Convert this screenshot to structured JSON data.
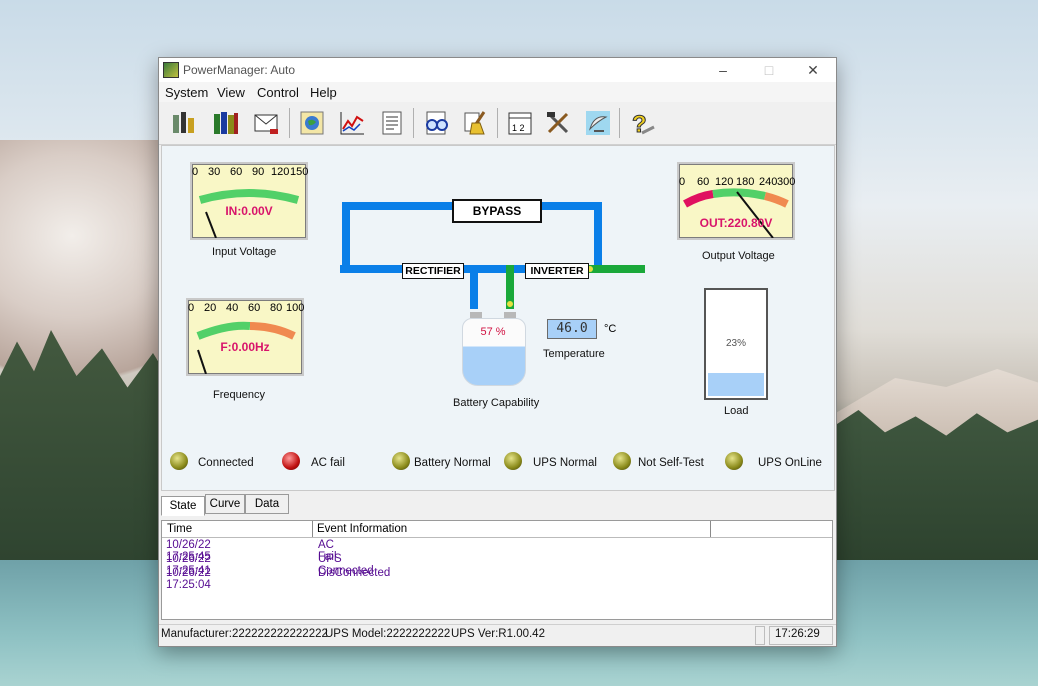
{
  "window": {
    "title": "PowerManager: Auto"
  },
  "menu": [
    "System",
    "View",
    "Control",
    "Help"
  ],
  "toolbar": [
    "settings-tools-icon",
    "books-icon",
    "envelope-icon",
    "globe-icon",
    "chart-line-icon",
    "document-list-icon",
    "glasses-icon",
    "broom-icon",
    "calendar-icon",
    "tools-icon",
    "satellite-dish-icon",
    "help-icon"
  ],
  "gauges": {
    "input": {
      "ticks": [
        "0",
        "30",
        "60",
        "90",
        "120",
        "150"
      ],
      "reading": "IN:0.00V",
      "caption": "Input Voltage"
    },
    "output": {
      "ticks": [
        "0",
        "60",
        "120",
        "180",
        "240",
        "300"
      ],
      "reading": "OUT:220.80V",
      "caption": "Output Voltage"
    },
    "frequency": {
      "ticks": [
        "0",
        "20",
        "40",
        "60",
        "80",
        "100"
      ],
      "reading": "F:0.00Hz",
      "caption": "Frequency"
    }
  },
  "diagram": {
    "bypass": "BYPASS",
    "rectifier": "RECTIFIER",
    "inverter": "INVERTER",
    "battery_percent": "57 %",
    "battery_caption": "Battery Capability",
    "temperature_value": "46.0",
    "temperature_unit": "°C",
    "temperature_caption": "Temperature",
    "load_percent": "23%",
    "load_level": 0.23,
    "load_caption": "Load",
    "colors": {
      "bypass_line": "#0a7fe8",
      "inverter_line": "#1aa83a"
    }
  },
  "status": [
    {
      "label": "Connected",
      "state": "on"
    },
    {
      "label": "AC fail",
      "state": "alarm"
    },
    {
      "label": "Battery Normal",
      "state": "on"
    },
    {
      "label": "UPS Normal",
      "state": "on"
    },
    {
      "label": "Not Self-Test",
      "state": "on"
    },
    {
      "label": "UPS OnLine",
      "state": "on"
    }
  ],
  "tabs": [
    "State",
    "Curve",
    "Data"
  ],
  "events": {
    "columns": [
      "Time",
      "Event Information"
    ],
    "rows": [
      {
        "time": "10/26/22 17:25:45",
        "info": "AC Fail"
      },
      {
        "time": "10/26/22 17:25:41",
        "info": "UPS Connected"
      },
      {
        "time": "10/26/22 17:25:04",
        "info": "DisConnected"
      }
    ]
  },
  "statusbar": {
    "manufacturer": "Manufacturer:222222222222222",
    "model": "UPS Model:2222222222",
    "version": "UPS Ver:R1.00.42",
    "clock": "17:26:29"
  }
}
